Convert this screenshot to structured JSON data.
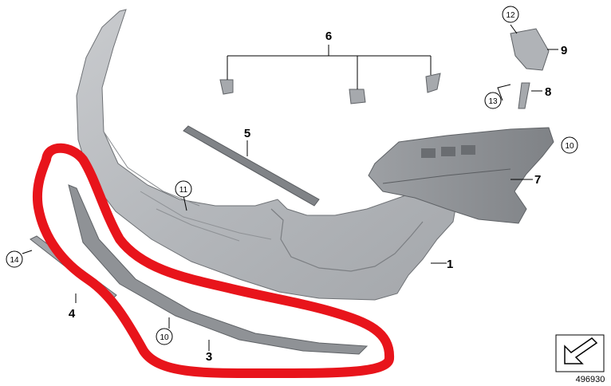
{
  "diagram": {
    "parts": [
      {
        "id": "p1",
        "label": "1",
        "circled": false
      },
      {
        "id": "p3",
        "label": "3",
        "circled": false
      },
      {
        "id": "p4",
        "label": "4",
        "circled": false
      },
      {
        "id": "p5",
        "label": "5",
        "circled": false
      },
      {
        "id": "p6",
        "label": "6",
        "circled": false
      },
      {
        "id": "p7",
        "label": "7",
        "circled": false
      },
      {
        "id": "p8",
        "label": "8",
        "circled": false
      },
      {
        "id": "p9",
        "label": "9",
        "circled": false
      },
      {
        "id": "p10a",
        "label": "10",
        "circled": true
      },
      {
        "id": "p10b",
        "label": "10",
        "circled": true
      },
      {
        "id": "p11",
        "label": "11",
        "circled": true
      },
      {
        "id": "p12",
        "label": "12",
        "circled": true
      },
      {
        "id": "p13",
        "label": "13",
        "circled": true
      },
      {
        "id": "p14",
        "label": "14",
        "circled": true
      }
    ],
    "document_number": "496930",
    "highlight_color": "#e8141b"
  }
}
